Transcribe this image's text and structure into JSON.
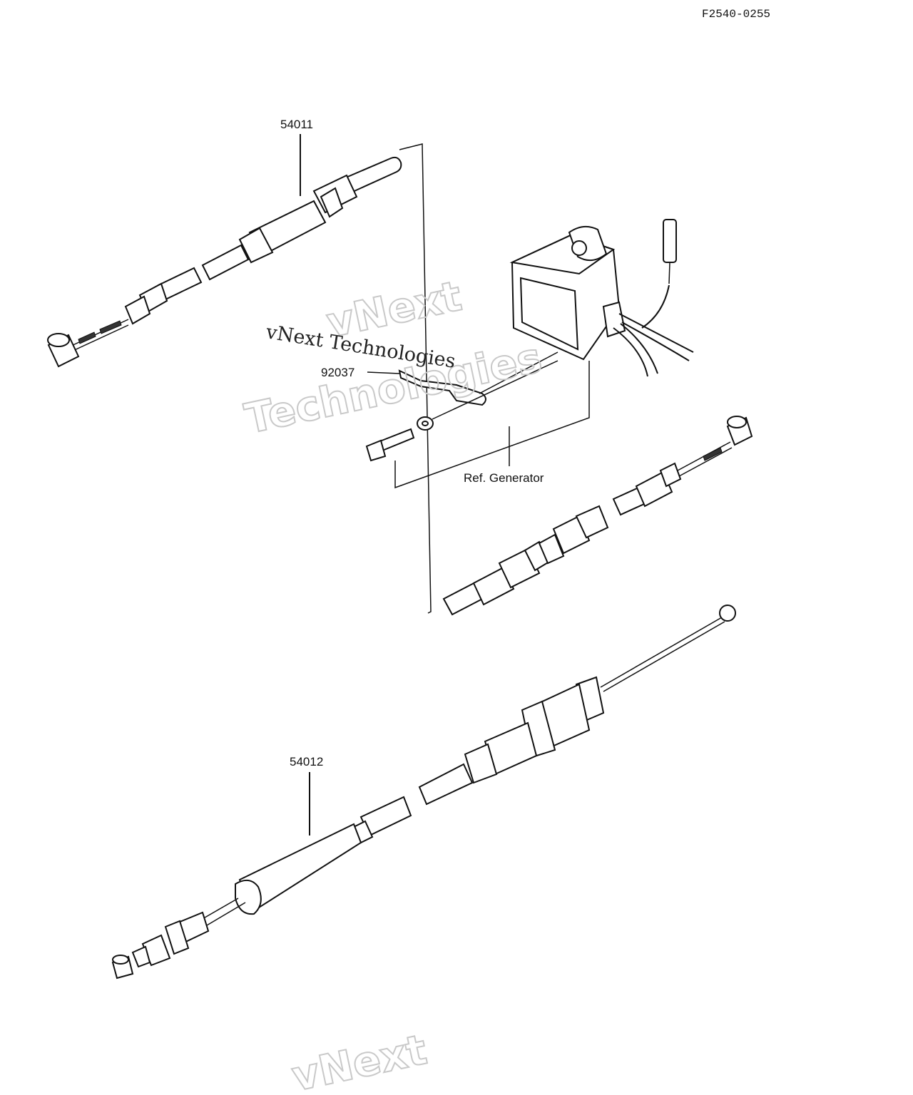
{
  "doc_code": "F2540-0255",
  "callouts": {
    "upper_cable": "54011",
    "lower_cable": "54012",
    "clamp": "92037",
    "generator_ref": "Ref. Generator"
  },
  "watermark": {
    "line1": "vNext",
    "line2": "Technologies",
    "inline": "vNext Technologies"
  }
}
